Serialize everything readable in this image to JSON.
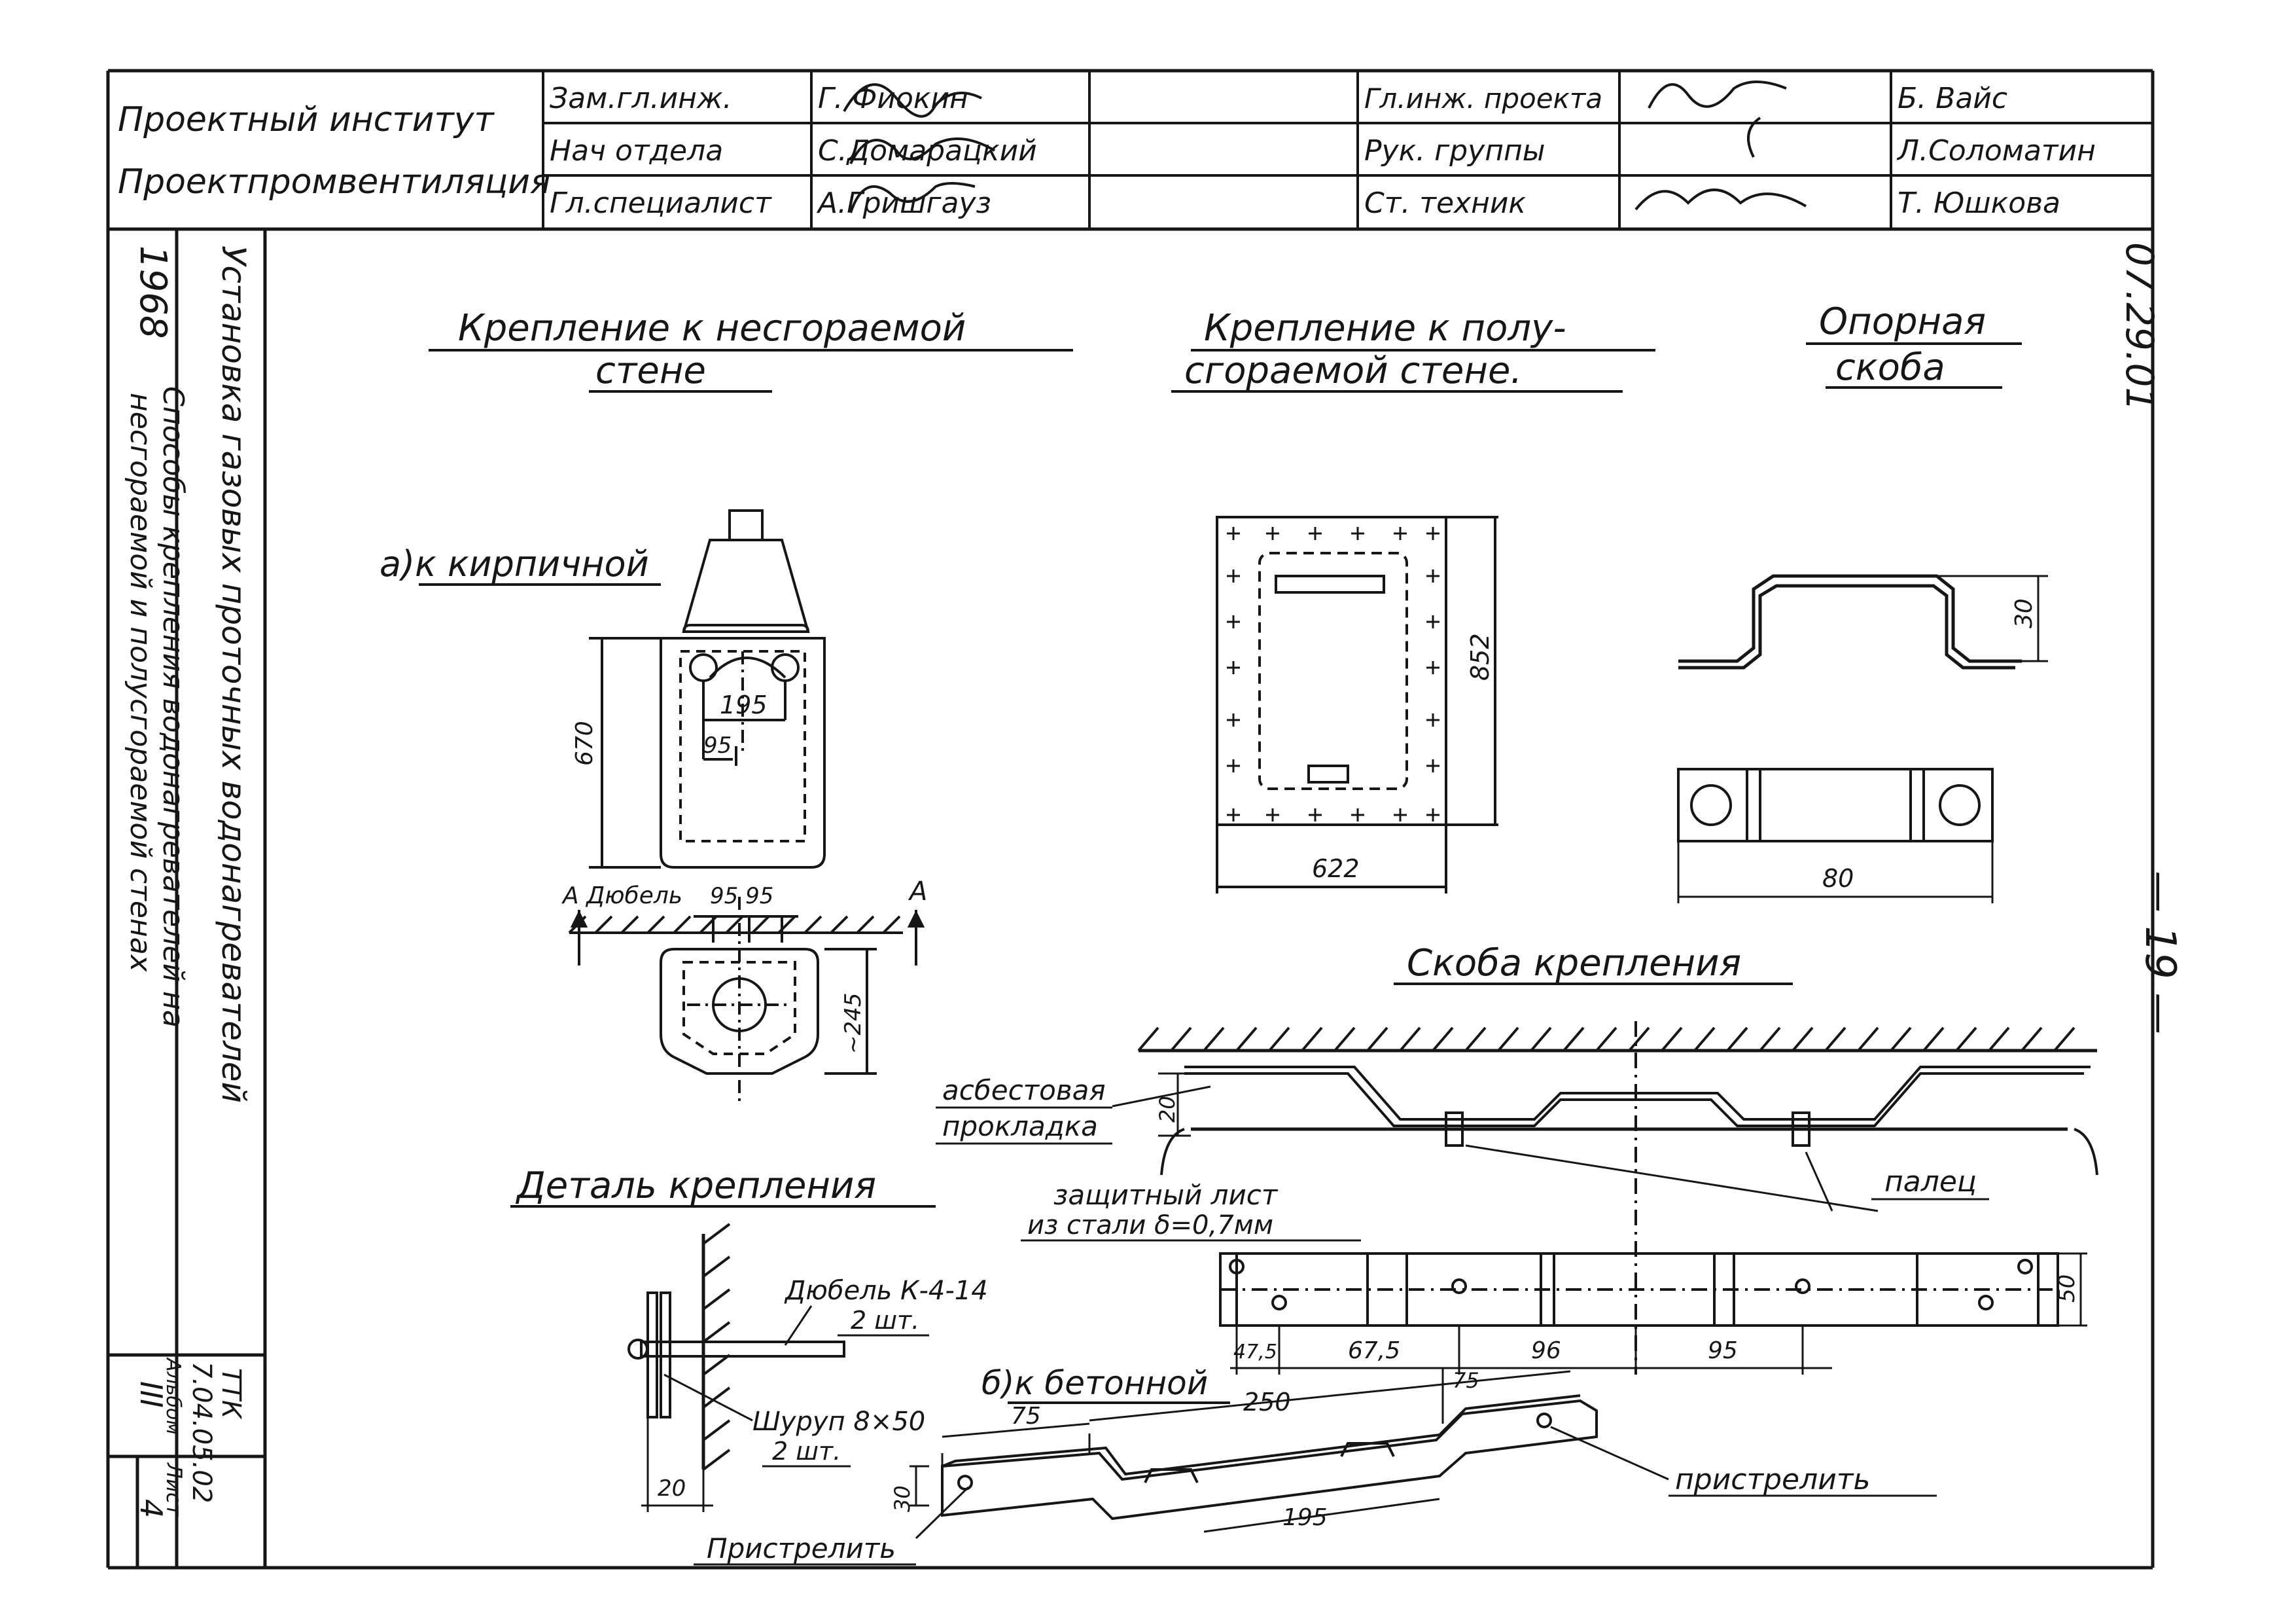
{
  "title_block": {
    "institute_line1": "Проектный институт",
    "institute_line2": "Проектпромвентиляция",
    "left_roles": [
      "Зам.гл.инж.",
      "Нач отдела",
      "Гл.специалист"
    ],
    "left_names": [
      "Г. Фиокин",
      "С.Домарацкий",
      "А.Гришгауз"
    ],
    "right_roles": [
      "Гл.инж. проекта",
      "Рук. группы",
      "Ст. техник"
    ],
    "right_names": [
      "Б. Вайс",
      "Л.Соломатин",
      "Т. Юшкова"
    ]
  },
  "side_panel": {
    "year": "1968",
    "main_title": "Установка газовых проточных водонагревателей",
    "sub_title_line1": "Способы крепления водонагревателей на",
    "sub_title_line2": "несгораемой и полусгораемой стенах",
    "album_label": "Альбом",
    "album_value": "III",
    "sheet_label": "Лист",
    "sheet_value": "4",
    "ttk_label": "ТТК",
    "ttk_code": "7.04.05.02"
  },
  "doc_number": "07.29.01",
  "page_number": "— 19 —",
  "drawing": {
    "title_nonflammable_1": "Крепление к несгораемой",
    "title_nonflammable_2": "стене",
    "title_semiflammable_1": "Крепление к полу-",
    "title_semiflammable_2": "сгораемой стене.",
    "title_support_1": "Опорная",
    "title_support_2": "скоба",
    "label_brick": "а)к кирпичной",
    "label_concrete": "б)к бетонной",
    "title_bracket": "Скоба крепления",
    "title_detail": "Деталь крепления",
    "label_dowel": "А Дюбель",
    "label_a_right": "А",
    "label_asbestos_1": "асбестовая",
    "label_asbestos_2": "прокладка",
    "label_shield_1": "защитный лист",
    "label_shield_2": "из стали δ=0,7мм",
    "label_pin": "палец",
    "label_dowel_k": "Дюбель К-4-14",
    "label_dowel_k_qty": "2 шт.",
    "label_screw": "Шуруп 8×50",
    "label_screw_qty": "2 шт.",
    "label_shoot_right": "пристрелить",
    "label_shoot_left": "Пристрелить",
    "dims": {
      "d670": "670",
      "d195": "195",
      "d95": "95",
      "d95_95": "95  95",
      "d245": "~245",
      "d852": "852",
      "d622": "622",
      "d30_support": "30",
      "d80": "80",
      "d30_bracket": "30",
      "d475": "47,5",
      "d675": "67,5",
      "d96": "96",
      "d95b": "95",
      "d50": "50",
      "d20": "20",
      "d75a": "75",
      "d250": "250",
      "d75b": "75",
      "d30_conc": "30",
      "d195b": "195"
    }
  }
}
